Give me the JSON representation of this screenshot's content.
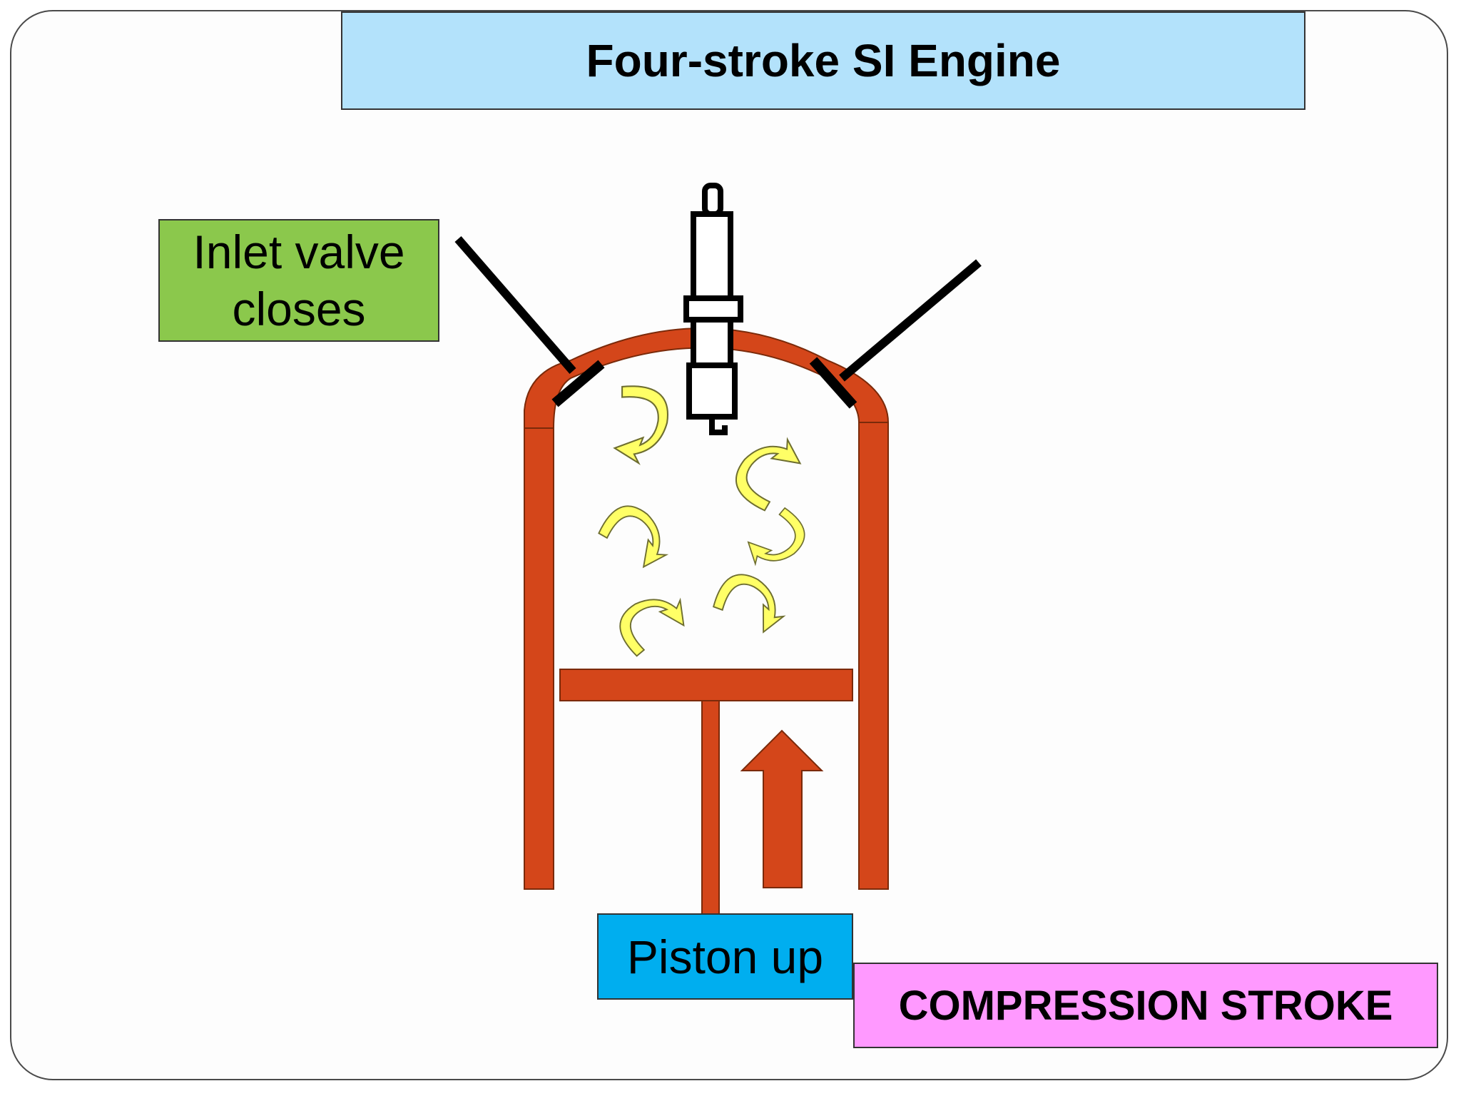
{
  "slide": {
    "title": "Four-stroke SI Engine"
  },
  "labels": {
    "inlet_line1": "Inlet valve",
    "inlet_line2": "closes",
    "piston": "Piston up",
    "stroke": "COMPRESSION STROKE"
  },
  "colors": {
    "title_bg": "#b3e2fb",
    "inlet_bg": "#8bc84c",
    "piston_bg": "#00aeef",
    "stroke_bg": "#ff99ff",
    "cylinder": "#d4461a",
    "swirl": "#ffff66",
    "valve": "#000000"
  },
  "icons": {
    "spark_plug": "spark-plug-icon",
    "swirl_arrows": "swirl-arrow-icon",
    "up_arrow": "up-arrow-icon"
  }
}
